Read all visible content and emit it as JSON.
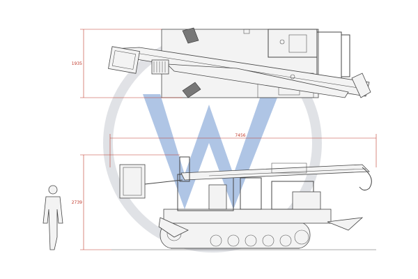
{
  "dimensions": {
    "top_view_width": "1935",
    "overall_length": "7456",
    "side_view_height": "2739"
  },
  "colors": {
    "dimension": "#c0392b",
    "line": "#444444",
    "watermark_blue": "#4a7bc4",
    "watermark_grey": "#c8cbd2"
  },
  "watermark": {
    "letter": "W"
  }
}
